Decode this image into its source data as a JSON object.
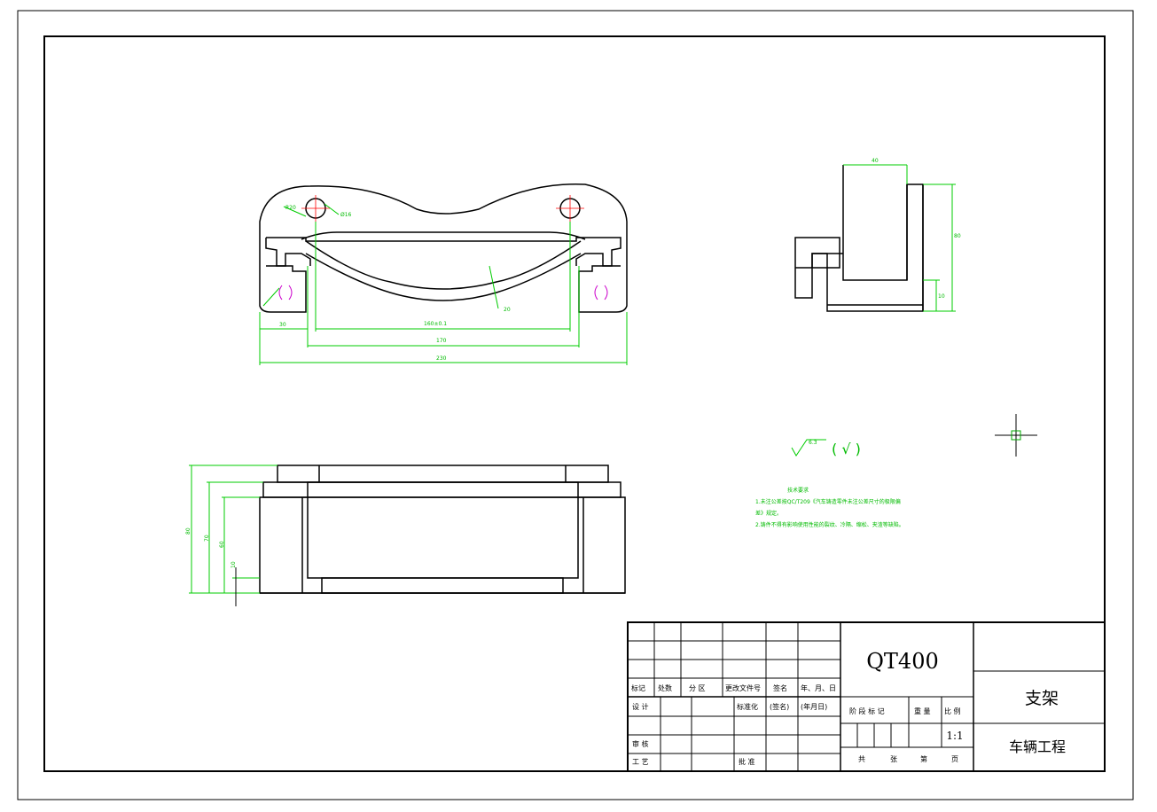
{
  "drawing": {
    "front_view": {
      "dimensions": {
        "d230": "230",
        "d170": "170",
        "d160": "160±0.1",
        "d30": "30",
        "d20": "20",
        "hole": "Ø16",
        "radius": "R20"
      }
    },
    "side_view": {
      "dimensions": {
        "top": "40",
        "height": "80",
        "bottom": "10"
      }
    },
    "bottom_view": {
      "dimensions": {
        "h80": "80",
        "h70": "70",
        "h60": "60",
        "h10": "10"
      }
    },
    "roughness": {
      "value": "6.3",
      "note": "( √ )"
    },
    "tech_requirements": {
      "title": "技术要求",
      "lines": [
        "1.未注公差按QC/T209《汽车铸造零件未注公差尺寸的极限偏",
        "差》规定。",
        "2.铸件不得有影响使用性能的裂纹、冷隔、缩松、夹渣等缺陷。"
      ]
    }
  },
  "title_block": {
    "material": "QT400",
    "part_name": "支架",
    "company": "车辆工程",
    "scale": "1:1",
    "labels": {
      "mark": "标记",
      "count": "处数",
      "zone": "分 区",
      "change_doc": "更改文件号",
      "sign": "签名",
      "date": "年、月、日",
      "design": "设 计",
      "standardize": "标准化",
      "sign2": "(签名)",
      "date2": "(年月日)",
      "stage_mark": "阶 段 标 记",
      "weight": "重 量",
      "scale_label": "比 例",
      "review": "审 核",
      "process": "工 艺",
      "approve": "批 准",
      "total": "共",
      "sheets": "张",
      "page_no": "第",
      "page": "页"
    }
  }
}
